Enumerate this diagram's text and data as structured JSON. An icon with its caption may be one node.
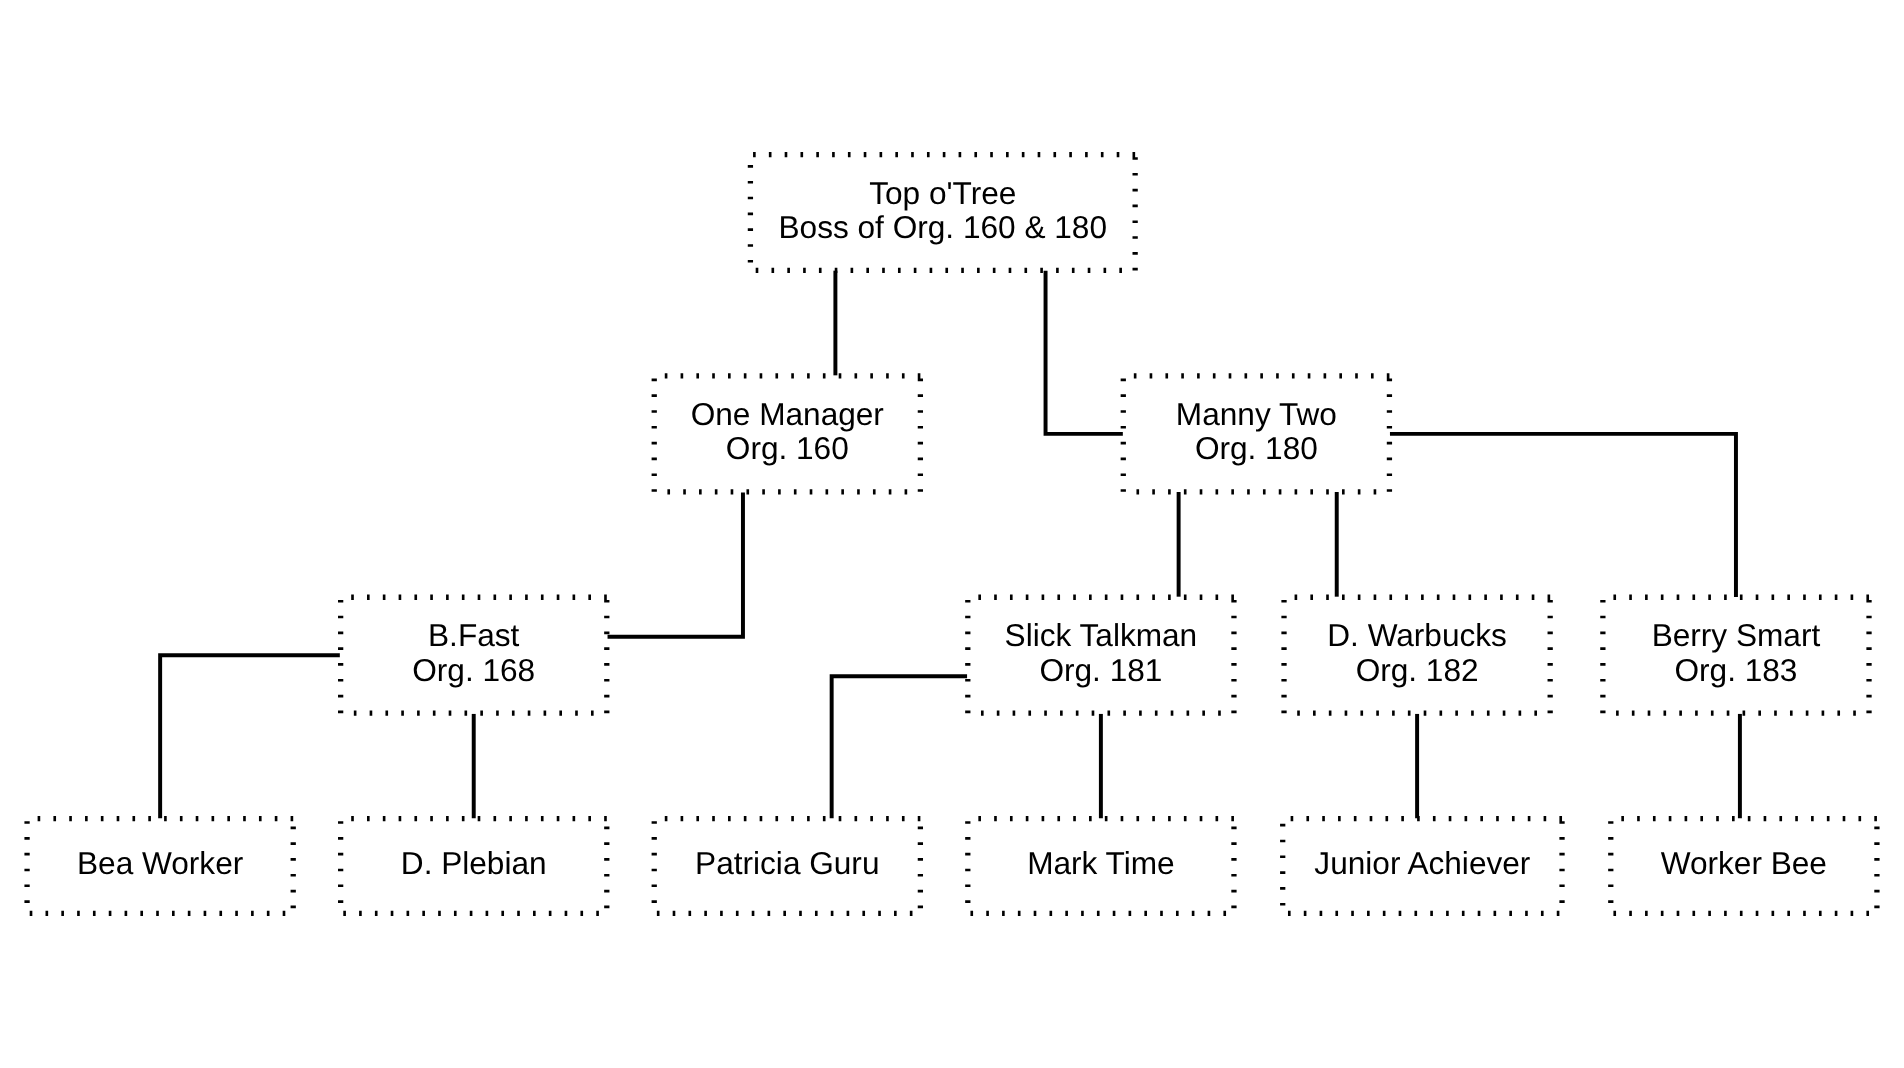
{
  "diagram": {
    "nodes": [
      {
        "text": [
          "Top o'Tree",
          "Boss of Org. 160 & 180"
        ]
      },
      {
        "text": [
          "One Manager",
          "Org. 160"
        ]
      },
      {
        "text": [
          "Manny Two",
          "Org. 180"
        ]
      },
      {
        "text": [
          "B.Fast",
          "Org. 168"
        ]
      },
      {
        "text": [
          "Slick Talkman",
          "Org. 181"
        ]
      },
      {
        "text": [
          "D. Warbucks",
          "Org. 182"
        ]
      },
      {
        "text": [
          "Berry Smart",
          "Org. 183"
        ]
      },
      {
        "text": [
          "Bea Worker"
        ]
      },
      {
        "text": [
          "D. Plebian"
        ]
      },
      {
        "text": [
          "Patricia Guru"
        ]
      },
      {
        "text": [
          "Mark Time"
        ]
      },
      {
        "text": [
          "Junior Achiever"
        ]
      },
      {
        "text": [
          "Worker Bee"
        ]
      }
    ],
    "edges": [
      {
        "from": 0,
        "to": 1,
        "arrow": "none"
      },
      {
        "from": 0,
        "to": 2,
        "arrow": "none"
      },
      {
        "from": 1,
        "to": 3,
        "arrow": "none"
      },
      {
        "from": 2,
        "to": 4,
        "arrow": "none"
      },
      {
        "from": 2,
        "to": 5,
        "arrow": "none"
      },
      {
        "from": 2,
        "to": 6,
        "arrow": "none"
      },
      {
        "from": 3,
        "to": 7,
        "arrow": "none"
      },
      {
        "from": 3,
        "to": 8,
        "arrow": "none"
      },
      {
        "from": 4,
        "to": 9,
        "arrow": "none"
      },
      {
        "from": 4,
        "to": 10,
        "arrow": "none"
      },
      {
        "from": 5,
        "to": 11,
        "arrow": "none"
      },
      {
        "from": 6,
        "to": 12,
        "arrow": "none"
      }
    ]
  }
}
